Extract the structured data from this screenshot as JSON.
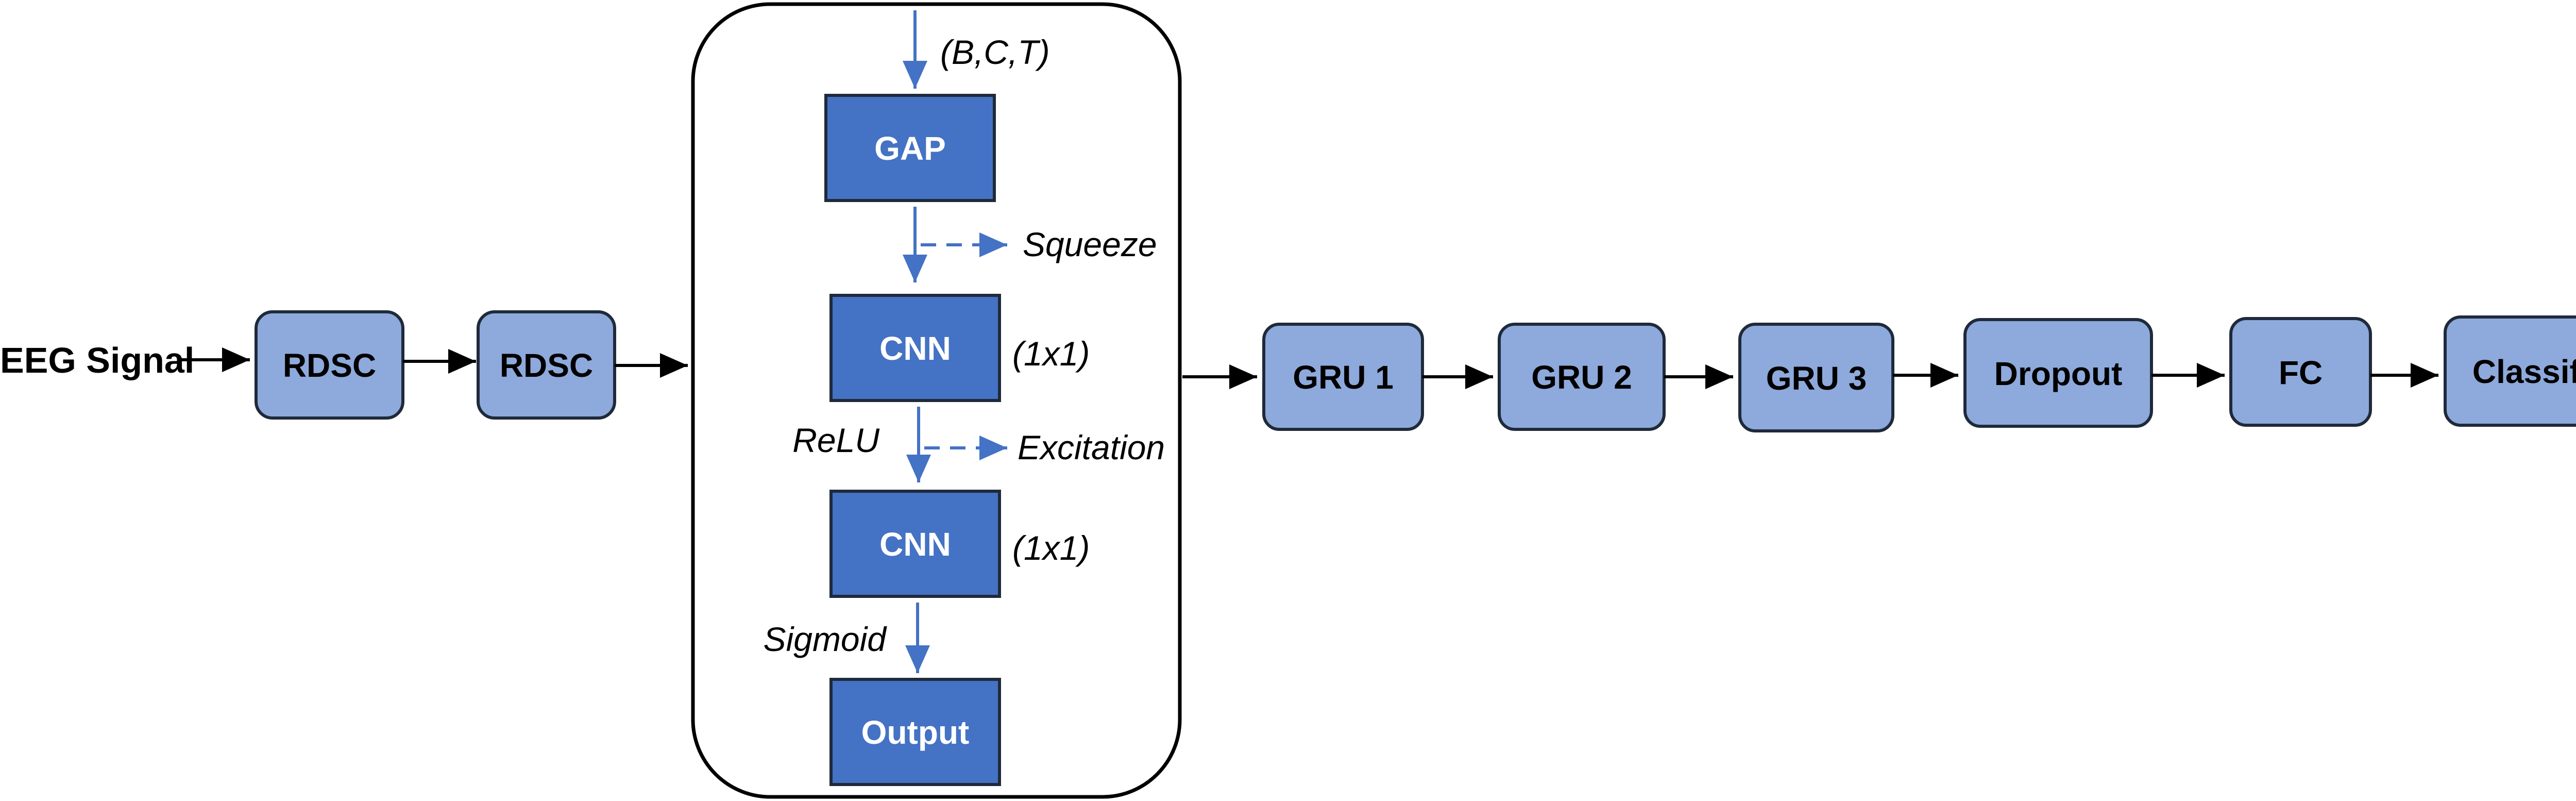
{
  "colors": {
    "light_node_fill": "#8EA9DB",
    "dark_node_fill": "#4472C4",
    "node_border": "#1F2A3A",
    "arrow_black": "#000000",
    "arrow_blue": "#4472C4",
    "text_dark": "#000000",
    "text_light": "#FFFFFF"
  },
  "input_label": "EEG Signal",
  "nodes": {
    "rdsc1": "RDSC",
    "rdsc2": "RDSC",
    "gap": "GAP",
    "cnn1": "CNN",
    "cnn2": "CNN",
    "output": "Output",
    "gru1": "GRU 1",
    "gru2": "GRU 2",
    "gru3": "GRU 3",
    "dropout": "Dropout",
    "fc": "FC",
    "classifier": "Classifier"
  },
  "labels": {
    "shape": "(B,C,T)",
    "squeeze": "Squeeze",
    "kernel1": "(1x1)",
    "relu": "ReLU",
    "excitation": "Excitation",
    "kernel2": "(1x1)",
    "sigmoid": "Sigmoid"
  }
}
